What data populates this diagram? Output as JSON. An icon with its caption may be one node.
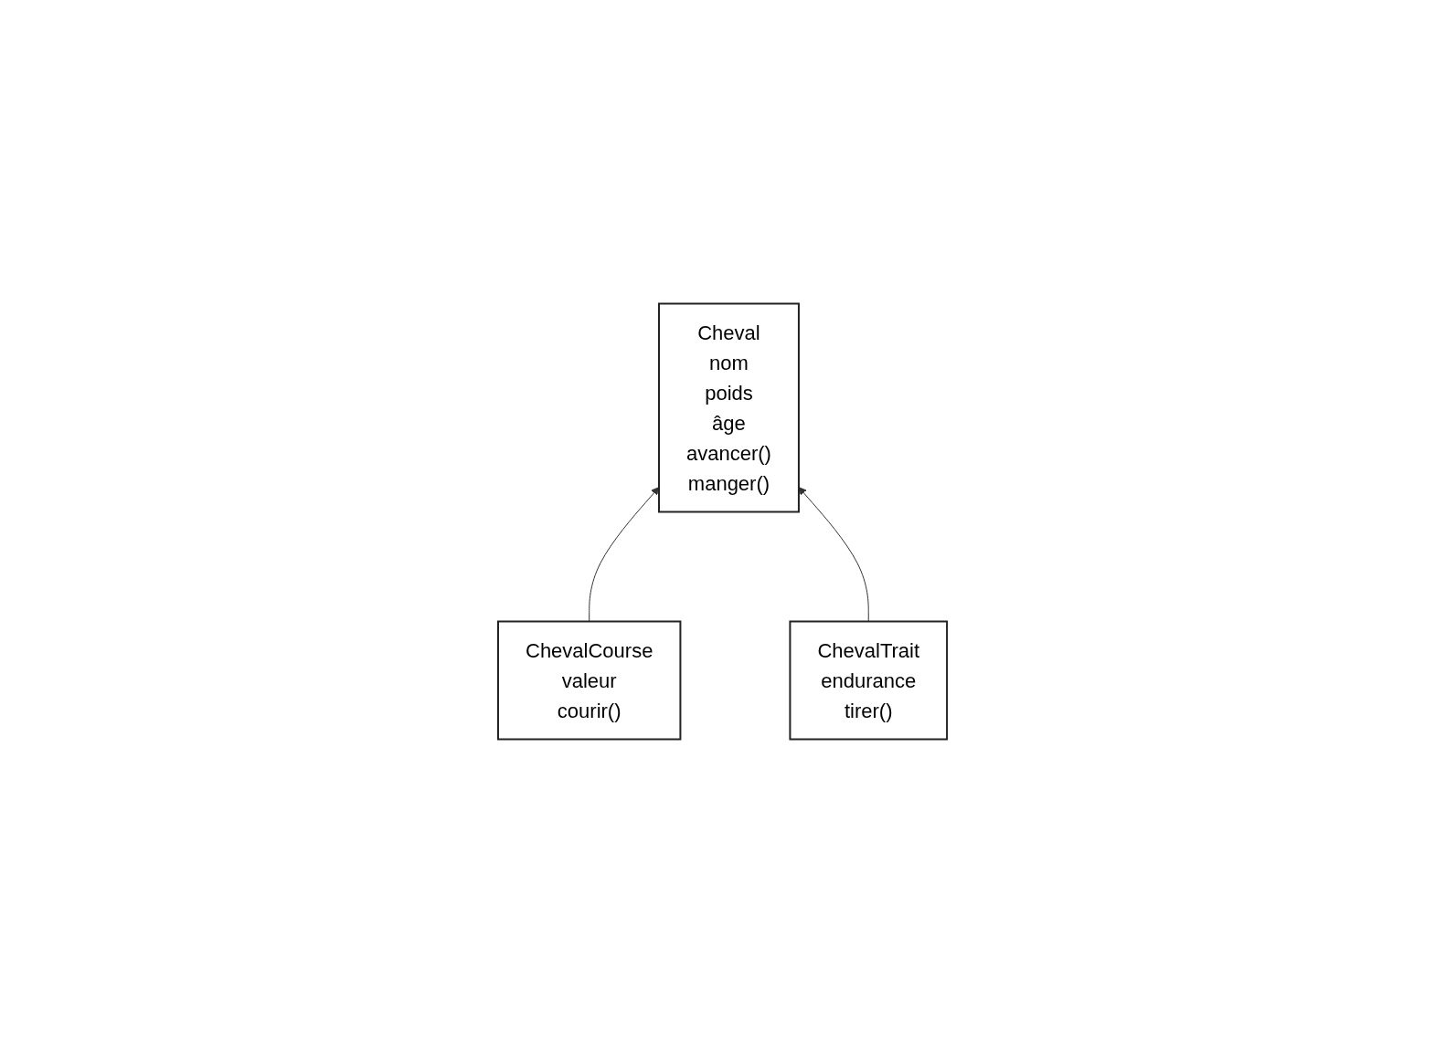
{
  "diagram": {
    "nodes": [
      {
        "text": [
          "Cheval",
          "nom",
          "poids",
          "âge",
          "avancer()",
          "manger()"
        ]
      },
      {
        "text": [
          "ChevalCourse",
          "valeur",
          "courir()"
        ]
      },
      {
        "text": [
          "ChevalTrait",
          "endurance",
          "tirer()"
        ]
      }
    ],
    "edges": [
      {
        "from": 1,
        "to": 0,
        "arrow": "to"
      },
      {
        "from": 2,
        "to": 0,
        "arrow": "to"
      }
    ]
  }
}
